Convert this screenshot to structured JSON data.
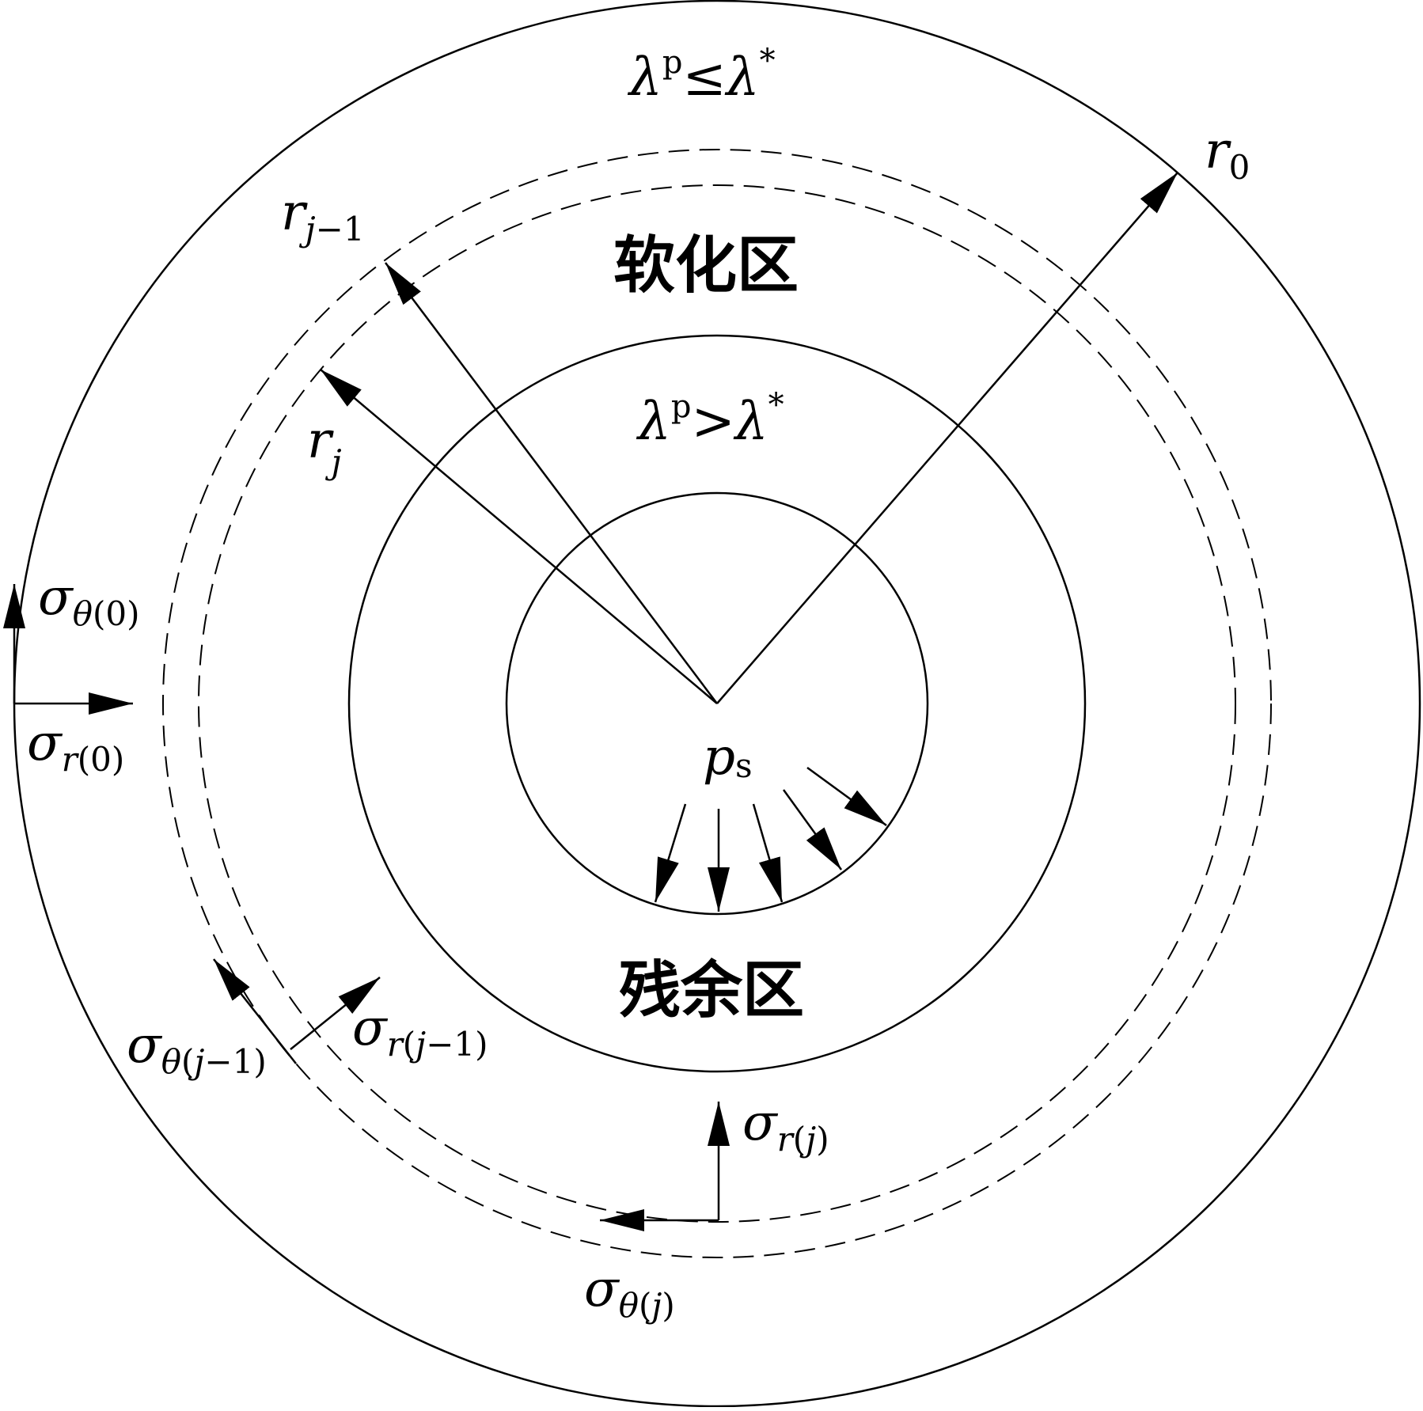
{
  "zones": {
    "softening": "软化区",
    "residual": "残余区"
  },
  "conditions": {
    "outer": {
      "base": "λ",
      "sup": "p",
      "op": "≤",
      "rhs": "λ",
      "rhs_sup": "*"
    },
    "inner": {
      "base": "λ",
      "sup": "p",
      "op": ">",
      "rhs": "λ",
      "rhs_sup": "*"
    }
  },
  "radii": {
    "r0": {
      "base": "r",
      "sub": "0"
    },
    "rj_minus_1": {
      "base": "r",
      "sub_var": "j",
      "sub_rest": "−1"
    },
    "rj": {
      "base": "r",
      "sub_var": "j"
    }
  },
  "pressure": {
    "base": "p",
    "sub": "s"
  },
  "stresses": {
    "sigma_theta_0": {
      "base": "σ",
      "sub_a": "θ",
      "sub_b": "(0)"
    },
    "sigma_r_0": {
      "base": "σ",
      "sub_a": "r",
      "sub_b": "(0)"
    },
    "sigma_theta_j_minus_1": {
      "base": "σ",
      "sub_a": "θ",
      "sub_b": "(",
      "sub_var": "j",
      "sub_c": "−1)"
    },
    "sigma_r_j_minus_1": {
      "base": "σ",
      "sub_a": "r",
      "sub_b": "(",
      "sub_var": "j",
      "sub_c": "−1)"
    },
    "sigma_r_j": {
      "base": "σ",
      "sub_a": "r",
      "sub_b": "(",
      "sub_var": "j",
      "sub_c": ")"
    },
    "sigma_theta_j": {
      "base": "σ",
      "sub_a": "θ",
      "sub_b": "(",
      "sub_var": "j",
      "sub_c": ")"
    }
  }
}
